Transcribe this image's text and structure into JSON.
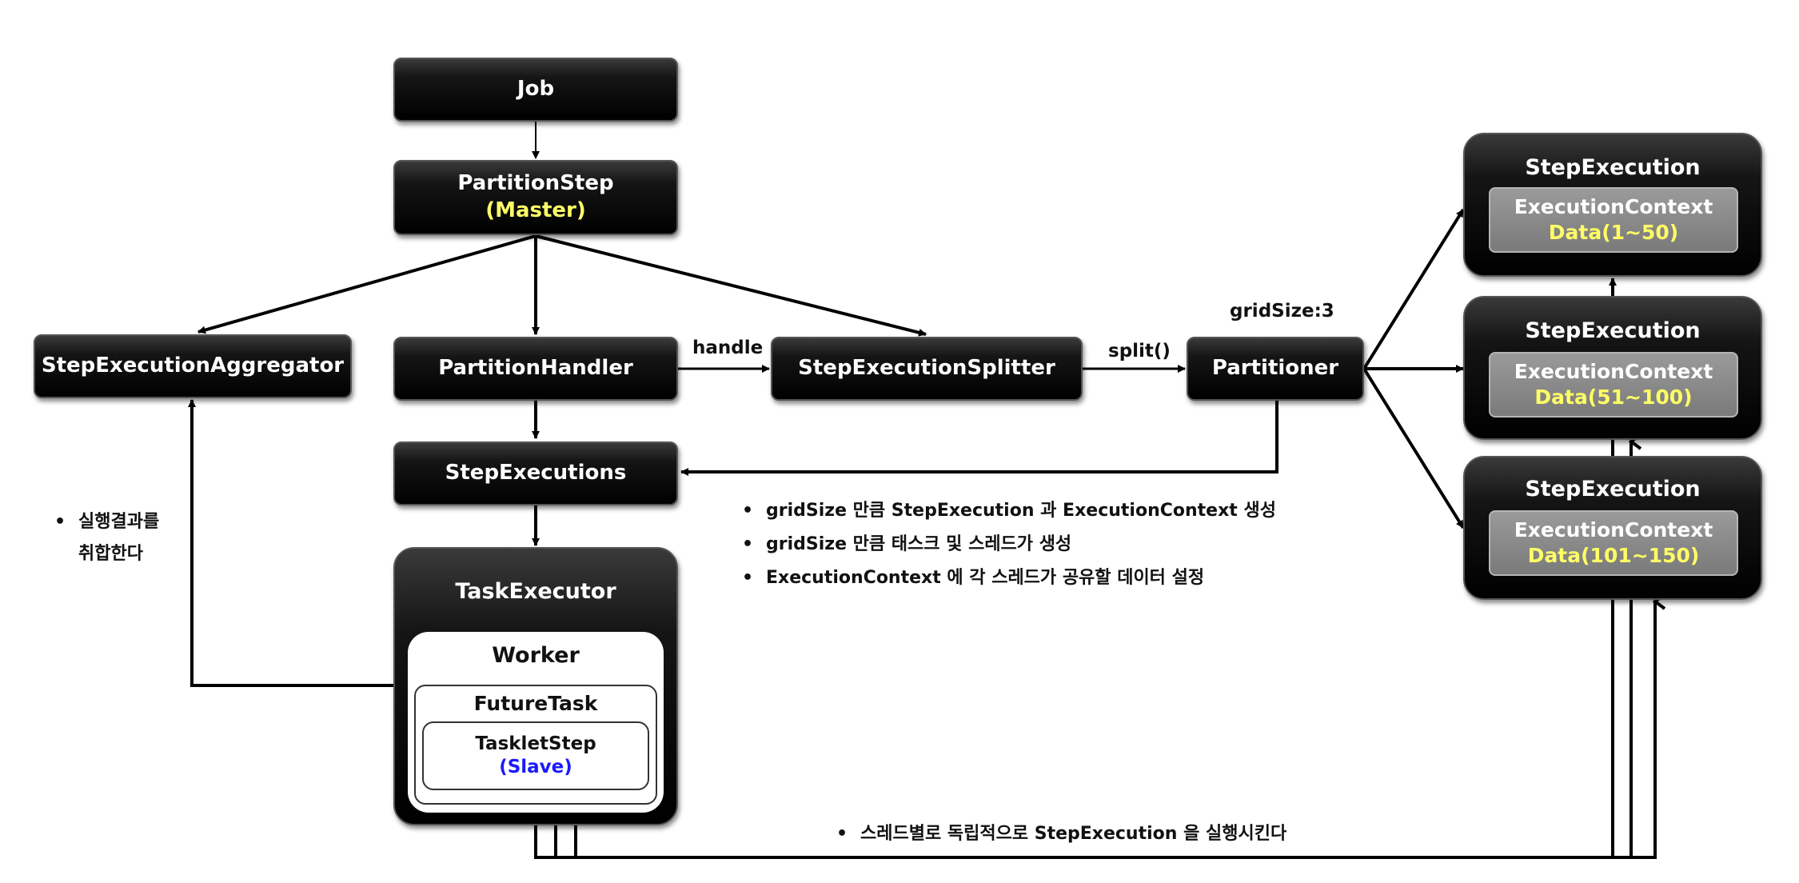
{
  "nodes": {
    "job": "Job",
    "partition_step": "PartitionStep",
    "partition_step_role": "(Master)",
    "aggregator": "StepExecutionAggregator",
    "partition_handler": "PartitionHandler",
    "splitter": "StepExecutionSplitter",
    "partitioner": "Partitioner",
    "step_executions": "StepExecutions",
    "task_executor": "TaskExecutor",
    "worker": "Worker",
    "future_task": "FutureTask",
    "tasklet_step": "TaskletStep",
    "tasklet_step_role": "(Slave)"
  },
  "step_execution_cards": [
    {
      "title": "StepExecution",
      "context": "ExecutionContext",
      "data": "Data(1~50)"
    },
    {
      "title": "StepExecution",
      "context": "ExecutionContext",
      "data": "Data(51~100)"
    },
    {
      "title": "StepExecution",
      "context": "ExecutionContext",
      "data": "Data(101~150)"
    }
  ],
  "edge_labels": {
    "handle": "handle",
    "split": "split()",
    "grid_size": "gridSize:3"
  },
  "notes": {
    "aggregate": [
      "실행결과를",
      "취합한다"
    ],
    "middle": [
      "gridSize 만큼 StepExecution 과 ExecutionContext 생성",
      "gridSize 만큼 태스크 및 스레드가 생성",
      "ExecutionContext 에 각 스레드가 공유할 데이터 설정"
    ],
    "bottom": "스레드별로 독립적으로 StepExecution 을 실행시킨다"
  },
  "colors": {
    "box_fill": "#000000",
    "highlight_yellow": "#ffff66",
    "slave_blue": "#1a1aff",
    "inner_gray": "#8a8a8a"
  }
}
